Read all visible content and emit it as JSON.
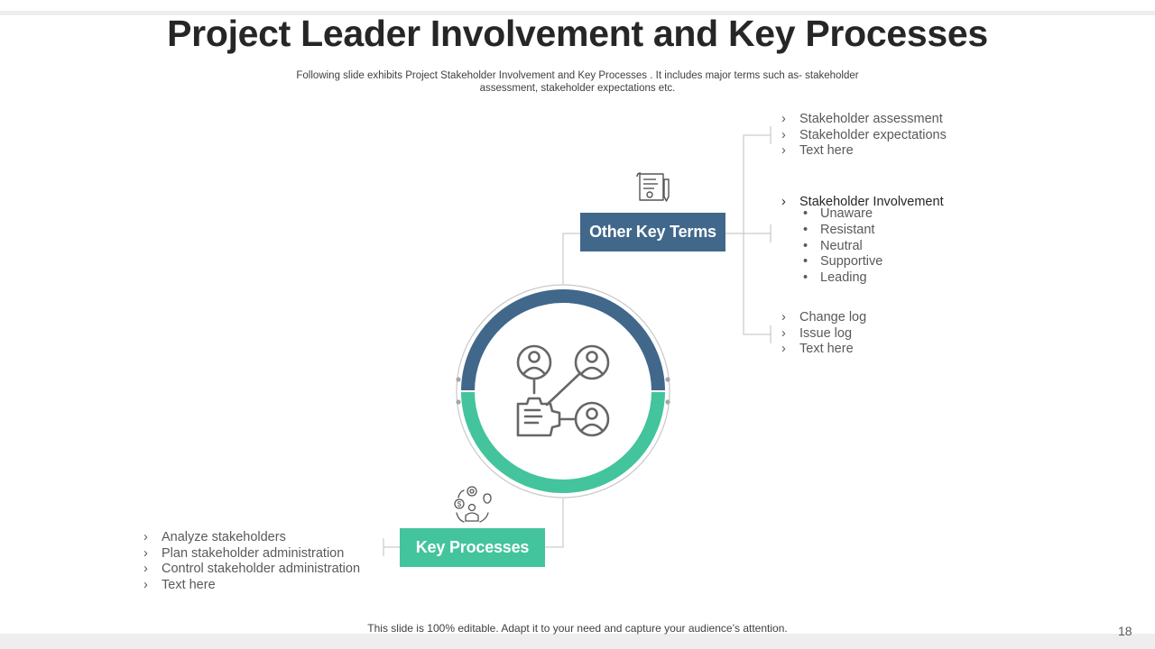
{
  "title": "Project Leader Involvement and Key Processes",
  "subtitle": "Following slide exhibits Project Stakeholder Involvement and Key Processes . It includes major terms such as- stakeholder assessment, stakeholder expectations etc.",
  "other_key_terms": {
    "label": "Other Key Terms",
    "group1": [
      "Stakeholder assessment",
      "Stakeholder expectations",
      "Text here"
    ],
    "involvement_heading": "Stakeholder Involvement",
    "involvement_levels": [
      "Unaware",
      "Resistant",
      "Neutral",
      "Supportive",
      "Leading"
    ],
    "group3": [
      "Change log",
      "Issue log",
      "Text here"
    ],
    "icon": "document-pen-icon"
  },
  "key_processes": {
    "label": "Key Processes",
    "items": [
      "Analyze stakeholders",
      "Plan stakeholder administration",
      "Control stakeholder administration",
      "Text here"
    ],
    "icon": "person-gear-ideas-icon"
  },
  "center_icon": "stakeholder-network-icon",
  "footer": "This slide is 100% editable. Adapt it to your need and capture your audience’s attention.",
  "page_number": "18",
  "colors": {
    "blue": "#41678b",
    "green": "#43c49c",
    "text": "#595959",
    "title": "#262626"
  }
}
